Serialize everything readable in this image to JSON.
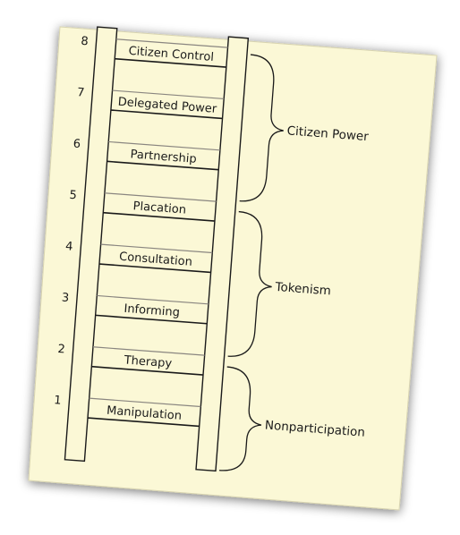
{
  "ladder": {
    "rungs": [
      {
        "number": "8",
        "label": "Citizen Control"
      },
      {
        "number": "7",
        "label": "Delegated Power"
      },
      {
        "number": "6",
        "label": "Partnership"
      },
      {
        "number": "5",
        "label": "Placation"
      },
      {
        "number": "4",
        "label": "Consultation"
      },
      {
        "number": "3",
        "label": "Informing"
      },
      {
        "number": "2",
        "label": "Therapy"
      },
      {
        "number": "1",
        "label": "Manipulation"
      }
    ]
  },
  "groups": [
    {
      "label": "Citizen Power"
    },
    {
      "label": "Tokenism"
    },
    {
      "label": "Nonparticipation"
    }
  ],
  "colors": {
    "paper": "#fbf8d6",
    "ink": "#1a1a1a",
    "rail_fill": "#fbf8d6",
    "rung_top": "#8a8680",
    "rung_bottom": "#1a1a1a"
  }
}
